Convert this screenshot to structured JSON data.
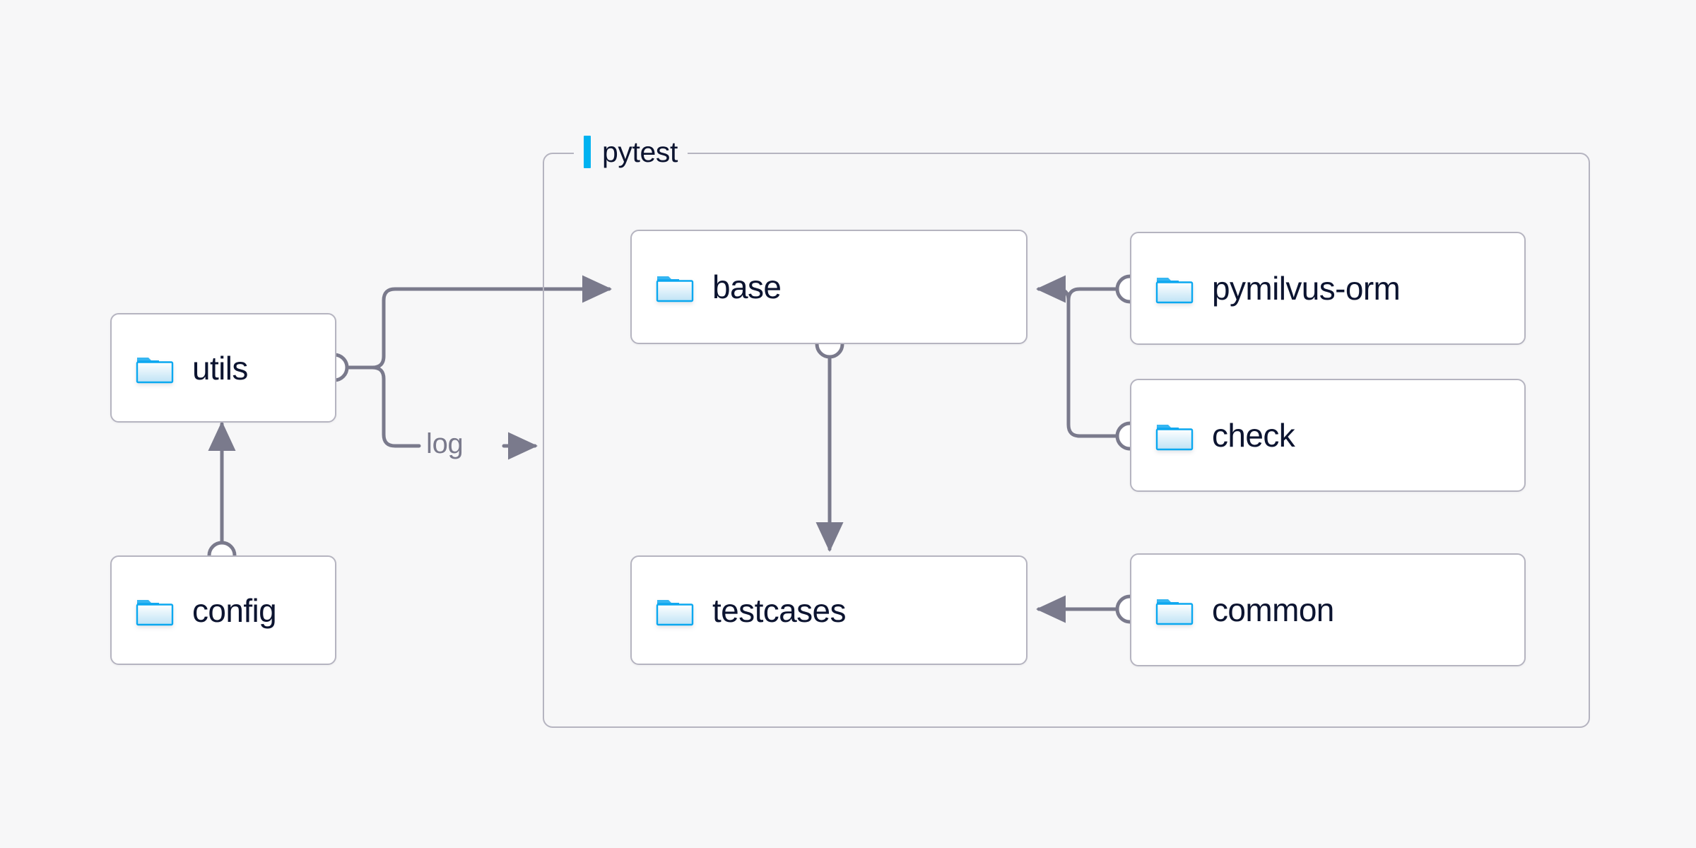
{
  "diagram": {
    "background_color": "#f7f7f8",
    "accent_color": "#00b2f0",
    "node_border_color": "#b5b4c0",
    "node_fill_color": "#ffffff",
    "edge_color": "#7a7a8c",
    "text_color": "#0c1430"
  },
  "group": {
    "name": "pytest",
    "label": "pytest",
    "icon": "accent-bar-icon"
  },
  "nodes": [
    {
      "id": "utils",
      "label": "utils",
      "icon": "folder-icon",
      "inside_group": false
    },
    {
      "id": "config",
      "label": "config",
      "icon": "folder-icon",
      "inside_group": false
    },
    {
      "id": "base",
      "label": "base",
      "icon": "folder-icon",
      "inside_group": true
    },
    {
      "id": "testcases",
      "label": "testcases",
      "icon": "folder-icon",
      "inside_group": true
    },
    {
      "id": "pymilvus-orm",
      "label": "pymilvus-orm",
      "icon": "folder-icon",
      "inside_group": true
    },
    {
      "id": "check",
      "label": "check",
      "icon": "folder-icon",
      "inside_group": true
    },
    {
      "id": "common",
      "label": "common",
      "icon": "folder-icon",
      "inside_group": true
    }
  ],
  "edges": [
    {
      "from": "config",
      "to": "utils",
      "label": "",
      "arrow": "to"
    },
    {
      "from": "utils",
      "to": "base",
      "label": "",
      "arrow": "to"
    },
    {
      "from": "utils",
      "to": "pytest",
      "label": "log",
      "arrow": "to"
    },
    {
      "from": "base",
      "to": "testcases",
      "label": "",
      "arrow": "to"
    },
    {
      "from": "pymilvus-orm",
      "to": "base",
      "label": "",
      "arrow": "to"
    },
    {
      "from": "check",
      "to": "base",
      "label": "",
      "arrow": "to"
    },
    {
      "from": "common",
      "to": "testcases",
      "label": "",
      "arrow": "to"
    }
  ],
  "edge_labels": {
    "log": "log"
  }
}
